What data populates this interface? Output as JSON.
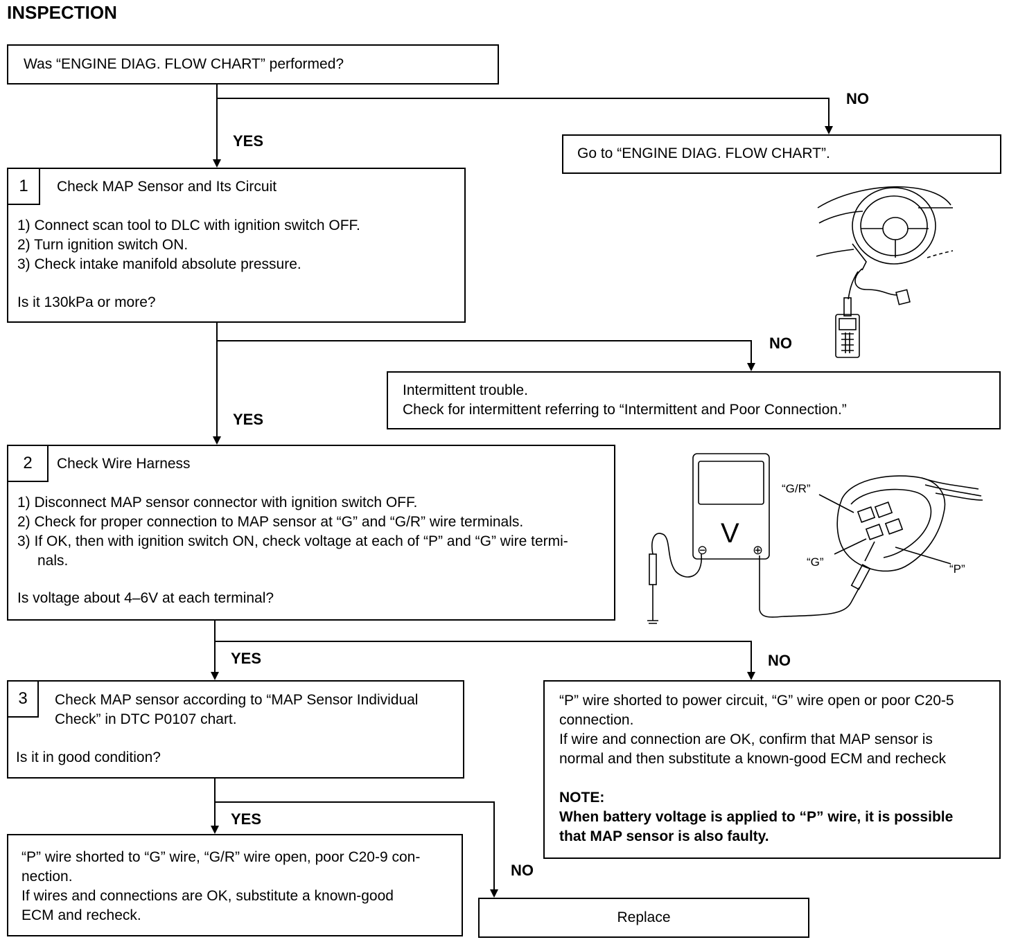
{
  "heading": "INSPECTION",
  "start": {
    "question": "Was “ENGINE DIAG. FLOW CHART” performed?"
  },
  "goto_flowchart": {
    "text": "Go to “ENGINE DIAG. FLOW CHART”."
  },
  "labels": {
    "yes": "YES",
    "no": "NO"
  },
  "step1": {
    "number": "1",
    "title": "Check MAP Sensor and Its Circuit",
    "lines": [
      "1) Connect scan tool to DLC with ignition switch OFF.",
      "2) Turn ignition switch ON.",
      "3) Check intake manifold absolute pressure."
    ],
    "question": "Is it 130kPa or more?"
  },
  "intermittent": {
    "line1": "Intermittent trouble.",
    "line2": "Check for intermittent referring to “Intermittent and Poor Connection.”"
  },
  "step2": {
    "number": "2",
    "title": "Check Wire Harness",
    "lines": [
      "1) Disconnect MAP sensor connector with ignition switch OFF.",
      "2) Check for proper connection to MAP sensor at “G” and “G/R” wire terminals.",
      "3) If OK, then with ignition switch ON, check voltage at each of “P” and “G” wire termi-",
      "nals."
    ],
    "question": "Is voltage about 4–6V at each terminal?"
  },
  "step3": {
    "number": "3",
    "title_line1": "Check MAP sensor according to “MAP Sensor Individual",
    "title_line2": "Check” in DTC P0107 chart.",
    "question": "Is it in good condition?"
  },
  "shorted_power": {
    "lines": [
      "“P” wire shorted to power circuit, “G” wire open or poor C20-5",
      "connection.",
      "If wire and connection are OK, confirm that MAP sensor is",
      "normal and then substitute a known-good ECM and recheck"
    ],
    "note_label": "NOTE:",
    "note_lines": [
      "When battery voltage is applied to “P” wire, it is possible",
      "that MAP sensor is also faulty."
    ]
  },
  "shorted_g": {
    "lines": [
      "“P” wire shorted to “G” wire, “G/R” wire open, poor C20-9 con-",
      "nection.",
      "If wires and connections are OK, substitute a known-good",
      "ECM and recheck."
    ]
  },
  "replace": {
    "text": "Replace"
  },
  "voltmeter_illustration": {
    "meter_symbol": "V",
    "minus_symbol": "⊖",
    "plus_symbol": "⊕",
    "wire_labels": [
      "“G/R”",
      "“G”",
      "“P”"
    ]
  }
}
